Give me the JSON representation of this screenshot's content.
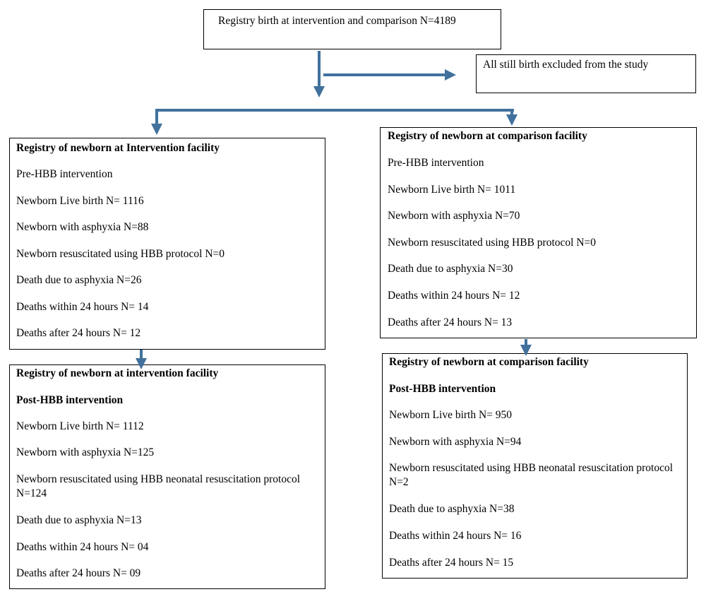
{
  "top_box": {
    "label": "Registry birth at intervention and comparison N=4189"
  },
  "excluded_box": {
    "label": "All still birth excluded from the study"
  },
  "intervention_pre": {
    "title": "Registry of newborn at Intervention  facility",
    "phase": "Pre-HBB intervention",
    "live_birth": "Newborn Live birth N= 1116",
    "asphyxia": "Newborn with asphyxia N=88",
    "resuscitated": "Newborn resuscitated using HBB  protocol N=0",
    "death_asphyxia": "Death due to asphyxia N=26",
    "deaths_within_24": "Deaths within 24 hours N= 14",
    "deaths_after_24": "Deaths after 24 hours N= 12"
  },
  "comparison_pre": {
    "title": "Registry of newborn at comparison   facility",
    "phase": "Pre-HBB intervention",
    "live_birth": "Newborn Live birth N= 1011",
    "asphyxia": "Newborn with asphyxia N=70",
    "resuscitated": "Newborn resuscitated using HBB  protocol N=0",
    "death_asphyxia": "Death due to asphyxia N=30",
    "deaths_within_24": "Deaths within 24 hours N= 12",
    "deaths_after_24": "Deaths after 24 hours N= 13"
  },
  "intervention_post": {
    "title": "Registry of newborn at intervention facility",
    "phase": "Post-HBB intervention",
    "live_birth": "Newborn Live birth N= 1112",
    "asphyxia": "Newborn with asphyxia N=125",
    "resuscitated": "Newborn resuscitated using HBB neonatal resuscitation protocol N=124",
    "death_asphyxia": "Death due to asphyxia N=13",
    "deaths_within_24": "Deaths within 24 hours N= 04",
    "deaths_after_24": "Deaths after 24 hours N= 09"
  },
  "comparison_post": {
    "title": "Registry of newborn at comparison facility",
    "phase": "Post-HBB intervention",
    "live_birth": "Newborn Live birth N= 950",
    "asphyxia": "Newborn with asphyxia N=94",
    "resuscitated": "Newborn resuscitated using HBB neonatal resuscitation protocol N=2",
    "death_asphyxia": "Death due to asphyxia N=38",
    "deaths_within_24": "Deaths within 24 hours N= 16",
    "deaths_after_24": "Deaths after 24 hours N= 15"
  },
  "colors": {
    "arrow": "#41719C",
    "border": "#000000"
  }
}
